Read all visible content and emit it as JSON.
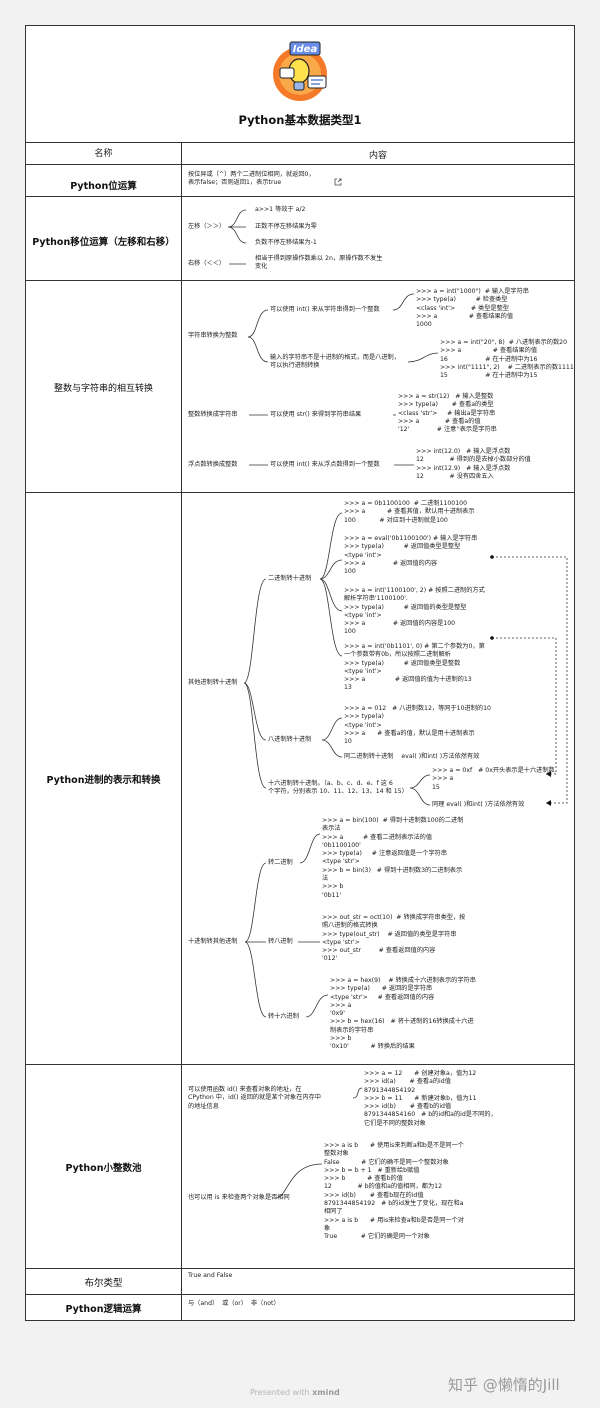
{
  "title": "Python基本数据类型1",
  "header": {
    "col_name": "名称",
    "col_content": "内容"
  },
  "rows": {
    "bit_op": {
      "name": "Python位运算",
      "text": "按位异或（^）两个二进制位相同，就返回0，\n表示false；否则返回1，表示true"
    },
    "shift": {
      "name": "Python移位运算（左移和右移）",
      "left": "左移（＞＞）",
      "l1": "a>>1 等效于 a/2",
      "l2": "正数不停左移结果为零",
      "l3": "负数不停左移结果为-1",
      "right": "右移（＜＜）",
      "r1": "相当于得到原操作数乘以 2n，原操作数不发生\n变化"
    },
    "conv": {
      "name": "整数与字符串的相互转换",
      "s2i": "字符串转换为整数",
      "s2i_a": "可以使用 int() 来从字符串得到一个整数",
      "s2i_a_code": ">>> a = int(\"1000\")  # 输入是字符串\n>>> type(a)          # 检查类型\n<class 'int'>        # 类型是整型\n>>> a                # 查看结果的值\n1000",
      "s2i_b": "输入的字符串不是十进制的格式，而是八进制，\n可以执行进制转换",
      "s2i_b_code": ">>> a = int(\"20\", 8)  # 八进制表示的数20\n>>> a                # 查看结果的值\n16                   # 在十进制中为16\n>>> int(\"1111\", 2)    # 二进制表示的数1111\n15                   # 在十进制中为15",
      "i2s": "整数转换成字符串",
      "i2s_a": "可以使用 str() 来得到字符串结果",
      "i2s_a_code": ">>> a = str(12)   # 输入是整数\n>>> type(a)       # 查看a的类型\n<class 'str'>     # 输出a是字符串\n>>> a             # 查看a的值\n'12'              # 注意''表示是字符串",
      "f2i": "浮点数转换成整数",
      "f2i_a": "可以使用 int() 来从浮点数得到一个整数",
      "f2i_a_code": ">>> int(12.0)   # 输入是浮点数\n12             # 得到的是去掉小数部分的值\n>>> int(12.9)   # 输入是浮点数\n12             # 没有四舍五入"
    },
    "base": {
      "name": "Python进制的表示和转换",
      "other2dec": "其他进制转十进制",
      "bin2dec": "二进制转十进制",
      "b1": ">>> a = 0b1100100  # 二进制1100100\n>>> a           # 查看其值，默认用十进制表示\n100            # 对应到十进制就是100",
      "b2": ">>> a = eval('0b1100100') # 输入是字符串\n>>> type(a)          # 返回值类型是整型\n<type 'int'>\n>>> a              # 返回值的内容\n100",
      "b3": ">>> a = int('1100100', 2) # 按照二进制的方式\n解析字符串'1100100'.\n>>> type(a)          # 返回值的类型是整型\n<type 'int'>\n>>> a              # 返回值的内容是100\n100",
      "b4": ">>> a = int('0b1101', 0) # 第二个参数为0，第\n一个参数带有0b，所以按照二进制解析\n>>> type(a)          # 返回值类型是整数\n<type 'int'>\n>>> a               # 返回值的值为十进制的13\n13",
      "oct2dec": "八进制转十进制",
      "o1": ">>> a = 012   # 八进制数12，等同于10进制的10\n>>> type(a)\n<type 'int'>\n>>> a      # 查看a的值，默认是用十进制表示\n10",
      "o2": "同二进制转十进制    eval( )和int( )方法依然有效",
      "hex2dec": "十六进制转十进制。（a、b、c、d、e、f 这 6\n个字符，分别表示 10、11、12、13、14 和 15）",
      "h1": ">>> a = 0xf   # 0x开头表示是十六进制数\n>>> a\n15",
      "h2": "同理 eval( )和int( )方法依然有效",
      "dec2other": "十进制转其他进制",
      "tobin": "转二进制",
      "tb1": ">>> a = bin(100)  # 得到十进制数100的二进制\n表示法\n>>> a          # 查看二进制表示法的值\n'0b1100100'\n>>> type(a)     # 注意返回值是一个字符串\n<type 'str'>\n>>> b = bin(3)   # 得到十进制数3的二进制表示\n法\n>>> b\n'0b11'",
      "tooct": "转八进制",
      "to1": ">>> out_str = oct(10)  # 转换成字符串类型，按\n照八进制的格式转换\n>>> type(out_str)    # 返回值的类型是字符串\n<type 'str'>\n>>> out_str         # 查看返回值的内容\n'012'",
      "tohex": "转十六进制",
      "th1": ">>> a = hex(9)    # 转换成十六进制表示的字符串\n>>> type(a)      # 返回的是字符串\n<type 'str'>     # 查看返回值的内容\n>>> a\n'0x9'\n>>> b = hex(16)   # 将十进制的16转换成十六进\n制表示的字符串\n>>> b\n'0x10'           # 转换后的结果"
    },
    "pool": {
      "name": "Python小整数池",
      "p1": "可以使用函数 id() 来查看对象的地址，在\nCPython 中，id() 返回的就是某个对象在内存中\n的地址信息",
      "p1_code": ">>> a = 12      # 创建对象a，值为12\n>>> id(a)       # 查看a的id值\n8791344854192\n>>> b = 11      # 新建对象b，值为11\n>>> id(b)       # 查看b的id值\n8791344854160   # b的id和a的id是不同的，\n它们是不同的整数对象",
      "p2": "也可以用 is 来检查两个对象是否相同",
      "p2_code": ">>> a is b      # 使用is来判断a和b是不是同一个\n整数对象\nFalse           # 它们的确不是同一个整数对象\n>>> b = b + 1   # 重新给b赋值\n>>> b           # 查看b的值\n12             # b的值和a的值相同，都为12\n>>> id(b)       # 查看b现在的id值\n8791344854192   # b的id发生了变化，现在和a\n相同了\n>>> a is b      # 用is来检查a和b是否是同一个对\n象\nTrue            # 它们的确是同一个对象"
    },
    "bool": {
      "name": "布尔类型",
      "text": "True and False"
    },
    "logic": {
      "name": "Python逻辑运算",
      "text": "与（and）  或（or）  非（not）"
    }
  },
  "footer": {
    "presented": "Presented with",
    "brand": "xmind",
    "watermark": "知乎 @懒惰的Jill"
  },
  "logo_text": "Idea"
}
